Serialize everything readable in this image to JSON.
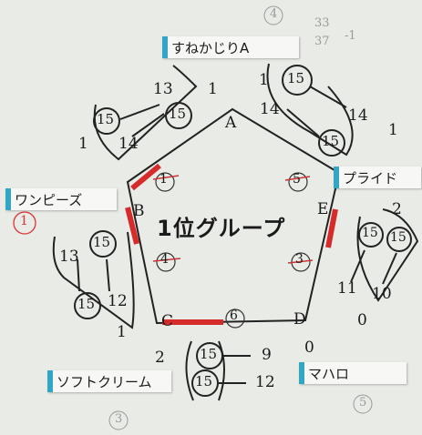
{
  "board": {
    "title": "1位グループ",
    "vertices": [
      "A",
      "B",
      "C",
      "D",
      "E"
    ],
    "team_cards": [
      {
        "name": "すねかじりA",
        "vertex": "A"
      },
      {
        "name": "プライド",
        "vertex": "E"
      },
      {
        "name": "ワンピーズ",
        "vertex": "B"
      },
      {
        "name": "マハロ",
        "vertex": "D"
      },
      {
        "name": "ソフトクリーム",
        "vertex": "C"
      }
    ],
    "match_numbers": [
      "1",
      "5",
      "4",
      "3",
      "6"
    ],
    "handwriting": {
      "top_corner_marks": [
        "33",
        "37",
        "-1"
      ],
      "top_group": {
        "left_scores": [
          "13",
          "15",
          "15",
          "14"
        ],
        "right_scores": [
          "15",
          "14",
          "14",
          "15"
        ],
        "tally": [
          "1",
          "1",
          "1"
        ]
      },
      "left_group": {
        "scores": [
          "13",
          "15",
          "15",
          "12"
        ],
        "tally": [
          "1",
          "1"
        ],
        "rank": "1"
      },
      "right_group": {
        "scores": [
          "15",
          "15",
          "11",
          "10"
        ],
        "tally": [
          "2",
          "0"
        ]
      },
      "bottom_group": {
        "scores": [
          "15",
          "9",
          "15",
          "12"
        ],
        "tally": [
          "2",
          "0"
        ]
      },
      "rank_marks": [
        "4",
        "3",
        "5"
      ]
    }
  }
}
